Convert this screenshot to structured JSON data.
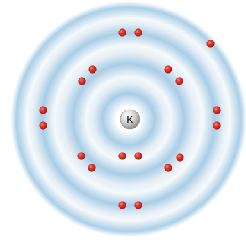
{
  "diagram": {
    "element_symbol": "K",
    "shell_electron_counts": [
      2,
      8,
      8,
      1
    ],
    "colors": {
      "background": "#ffffff",
      "cloud_light": "#d4e6f2",
      "cloud_mid": "#b3d2e8",
      "cloud_dark": "#9dc4e0",
      "electron": "#d42a22",
      "electron_highlight": "#f07a6e",
      "nucleus_light": "#f2f2f2",
      "nucleus_dark": "#8a8a8a",
      "nucleus_text": "#1a1a1a"
    }
  }
}
